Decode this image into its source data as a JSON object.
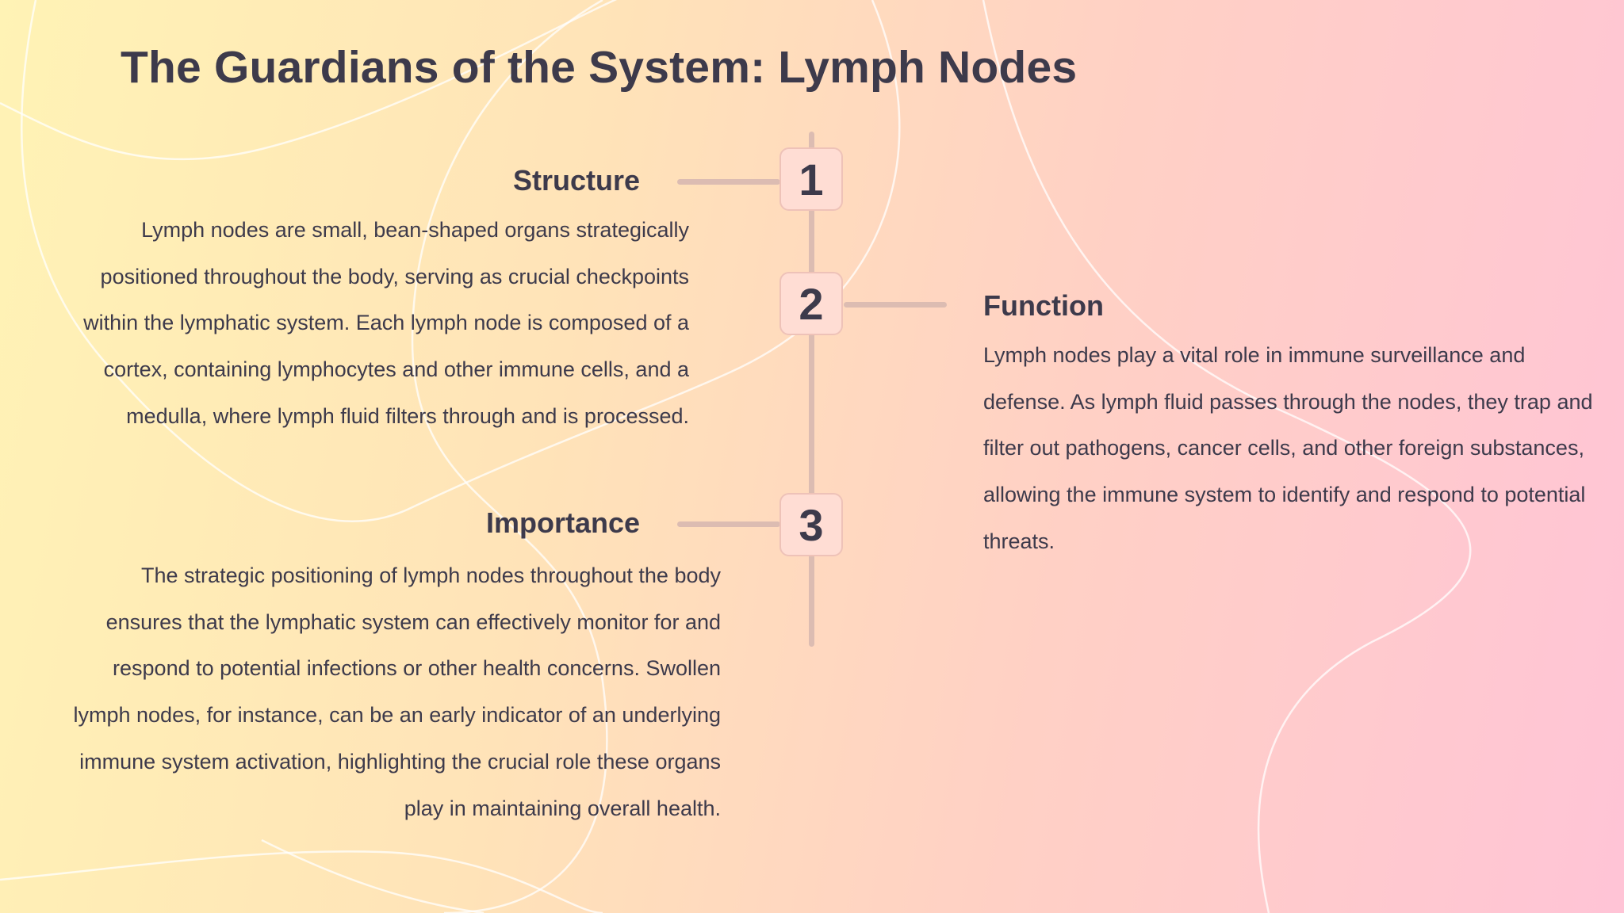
{
  "slide": {
    "title": "The Guardians of the System: Lymph Nodes"
  },
  "timeline": {
    "items": [
      {
        "number": "1",
        "heading": "Structure",
        "text": "Lymph nodes are small, bean-shaped organs strategically positioned throughout the body, serving as crucial checkpoints within the lymphatic system. Each lymph node is composed of a cortex, containing lymphocytes and other immune cells, and a medulla, where lymph fluid filters through and is processed."
      },
      {
        "number": "2",
        "heading": "Function",
        "text": "Lymph nodes play a vital role in immune surveillance and defense. As lymph fluid passes through the nodes, they trap and filter out pathogens, cancer cells, and other foreign substances, allowing the immune system to identify and respond to potential threats."
      },
      {
        "number": "3",
        "heading": "Importance",
        "text": "The strategic positioning of lymph nodes throughout the body ensures that the lymphatic system can effectively monitor for and respond to potential infections or other health concerns. Swollen lymph nodes, for instance, can be an early indicator of an underlying immune system activation, highlighting the crucial role these organs play in maintaining overall health."
      }
    ]
  },
  "colors": {
    "text": "#3d3a4b",
    "badge_fill": "#ffddd4",
    "badge_border": "#eec2b8",
    "timeline_line": "#dcbcb2",
    "background_start": "#fff3b5",
    "background_end": "#ffc4d6"
  }
}
